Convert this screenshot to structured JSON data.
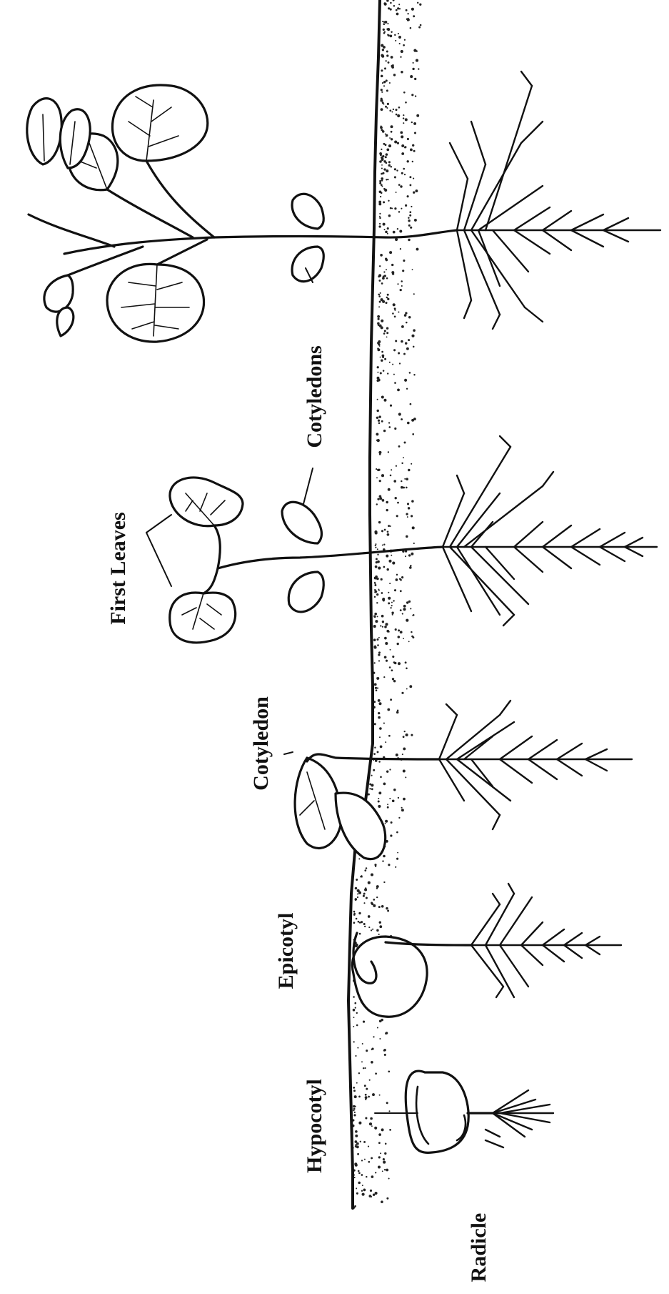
{
  "labels": {
    "radicle": "Radicle",
    "hypocotyl": "Hypocotyl",
    "epicotyl": "Epicotyl",
    "cotyledon": "Cotyledon",
    "first_leaves": "First Leaves",
    "cotyledons": "Cotyledons"
  }
}
